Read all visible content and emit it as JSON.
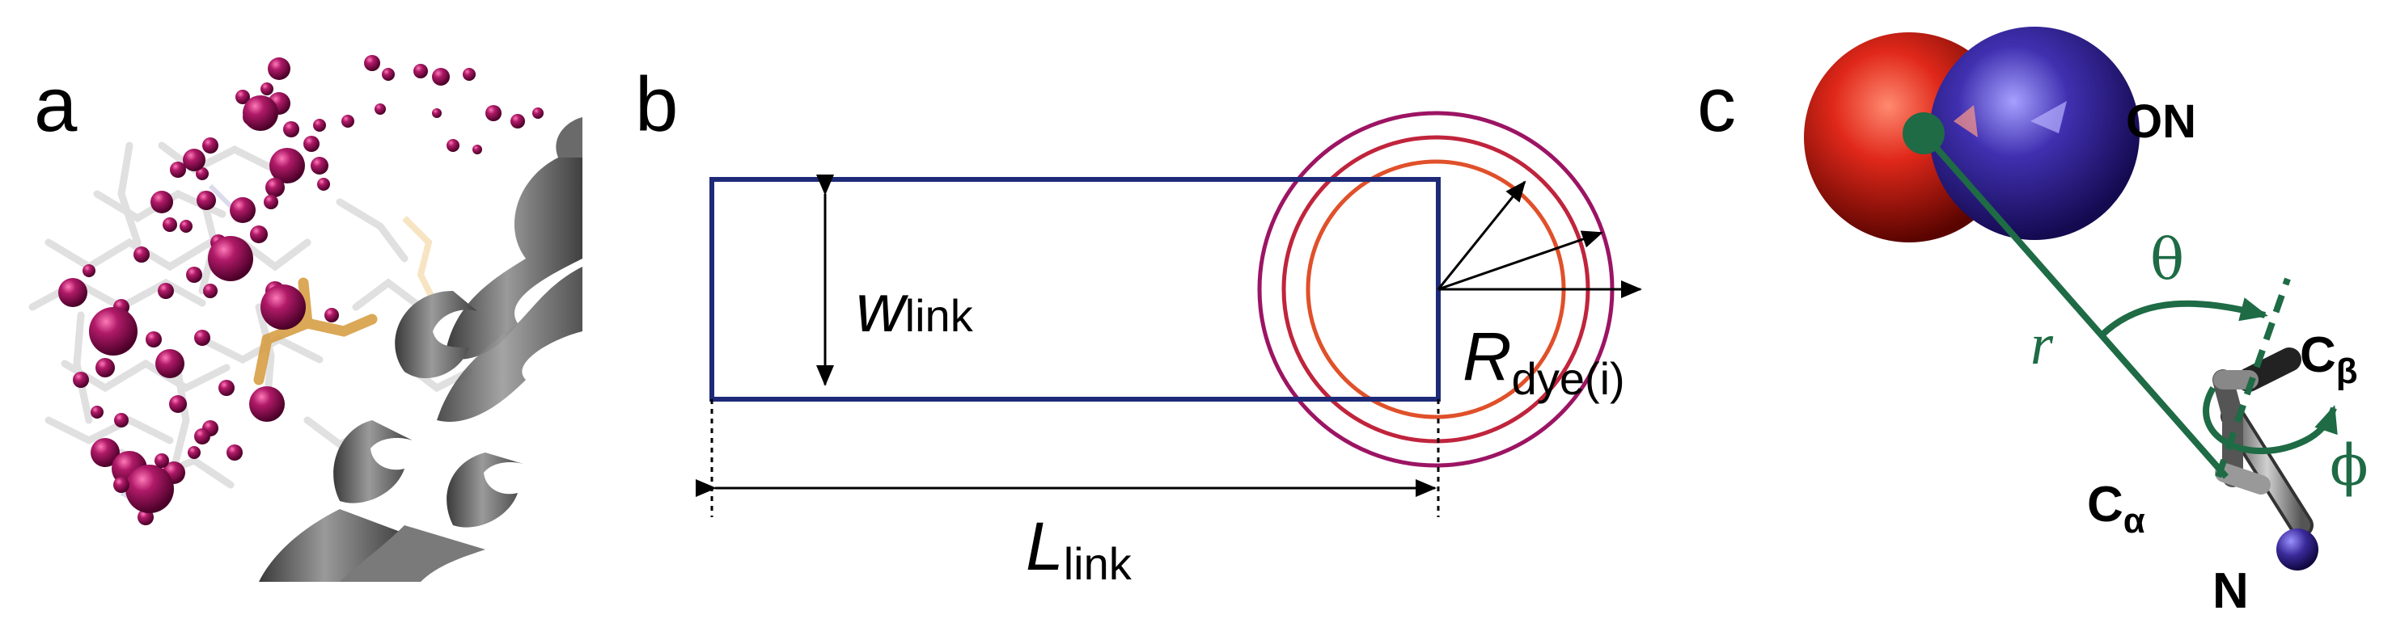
{
  "panels": {
    "a": {
      "letter": "a"
    },
    "b": {
      "letter": "b",
      "width_main": "w",
      "width_sub": "link",
      "length_main": "L",
      "length_sub": "link",
      "radius_main": "R",
      "radius_sub": "dye(i)"
    },
    "c": {
      "letter": "c",
      "on_label": "ON",
      "r_label": "r",
      "theta_label": "θ",
      "phi_label": "ϕ",
      "cb_main": "C",
      "cb_sub": "β",
      "ca_main": "C",
      "ca_sub": "α",
      "n_label": "N"
    }
  },
  "colors": {
    "magenta_spheres": "#8b0a50",
    "linker_box": "#1e2a78",
    "ring_outer": "#9c1463",
    "ring_middle": "#c0243c",
    "ring_inner": "#e0502a",
    "oxygen_red": "#d01c10",
    "nitrogen_blue": "#3a2a9a",
    "vector_green": "#1e6b45",
    "helix_gray": "#6e6e6e"
  }
}
